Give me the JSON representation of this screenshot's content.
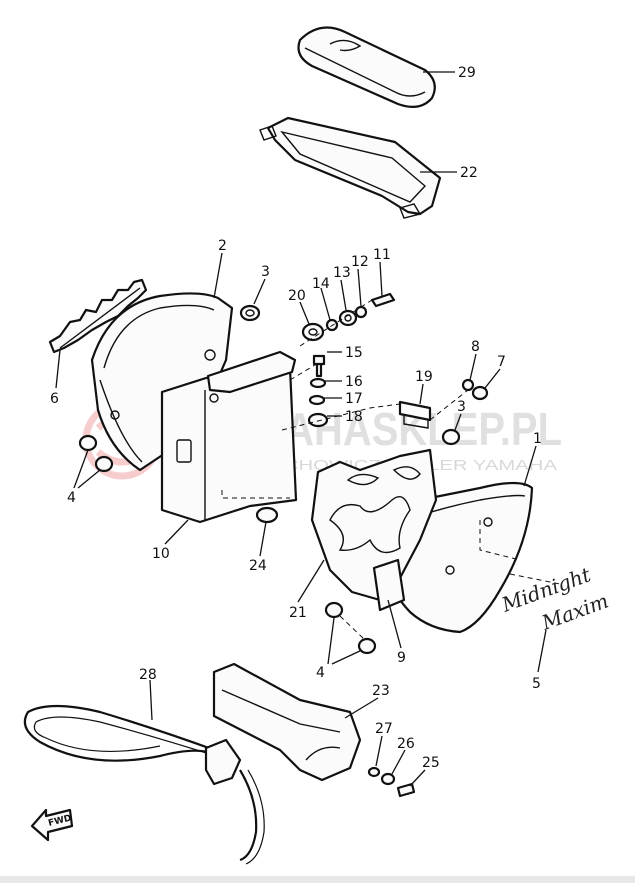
{
  "watermark": {
    "main": "YAMAHASKLEP.PL",
    "sub": "WOJCIECHOWICZ  DEALER YAMAHA"
  },
  "emblem": {
    "line1": "Midnight",
    "line2": "Maxim"
  },
  "fwd_label": "FWD",
  "callouts": [
    {
      "id": "29",
      "label": "29"
    },
    {
      "id": "22",
      "label": "22"
    },
    {
      "id": "2",
      "label": "2"
    },
    {
      "id": "3a",
      "label": "3"
    },
    {
      "id": "11",
      "label": "11"
    },
    {
      "id": "12",
      "label": "12"
    },
    {
      "id": "13",
      "label": "13"
    },
    {
      "id": "14",
      "label": "14"
    },
    {
      "id": "20",
      "label": "20"
    },
    {
      "id": "15",
      "label": "15"
    },
    {
      "id": "16",
      "label": "16"
    },
    {
      "id": "17",
      "label": "17"
    },
    {
      "id": "18",
      "label": "18"
    },
    {
      "id": "19",
      "label": "19"
    },
    {
      "id": "8",
      "label": "8"
    },
    {
      "id": "7",
      "label": "7"
    },
    {
      "id": "3b",
      "label": "3"
    },
    {
      "id": "1",
      "label": "1"
    },
    {
      "id": "6",
      "label": "6"
    },
    {
      "id": "4a",
      "label": "4"
    },
    {
      "id": "10",
      "label": "10"
    },
    {
      "id": "24",
      "label": "24"
    },
    {
      "id": "21",
      "label": "21"
    },
    {
      "id": "9",
      "label": "9"
    },
    {
      "id": "4b",
      "label": "4"
    },
    {
      "id": "5",
      "label": "5"
    },
    {
      "id": "28",
      "label": "28"
    },
    {
      "id": "23",
      "label": "23"
    },
    {
      "id": "27",
      "label": "27"
    },
    {
      "id": "26",
      "label": "26"
    },
    {
      "id": "25",
      "label": "25"
    }
  ]
}
